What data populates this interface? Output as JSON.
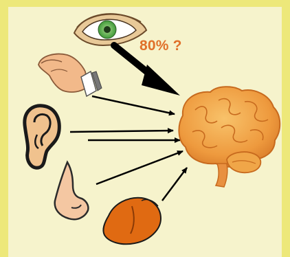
{
  "annotation": "80% ?",
  "senses": [
    {
      "name": "sight"
    },
    {
      "name": "touch"
    },
    {
      "name": "hearing"
    },
    {
      "name": "smell"
    },
    {
      "name": "taste"
    }
  ],
  "target": "brain",
  "colors": {
    "frame": "#ede87a",
    "background": "#f6f3cc",
    "label": "#e0702a",
    "brain": "#f0a046",
    "arrow": "#000000"
  }
}
